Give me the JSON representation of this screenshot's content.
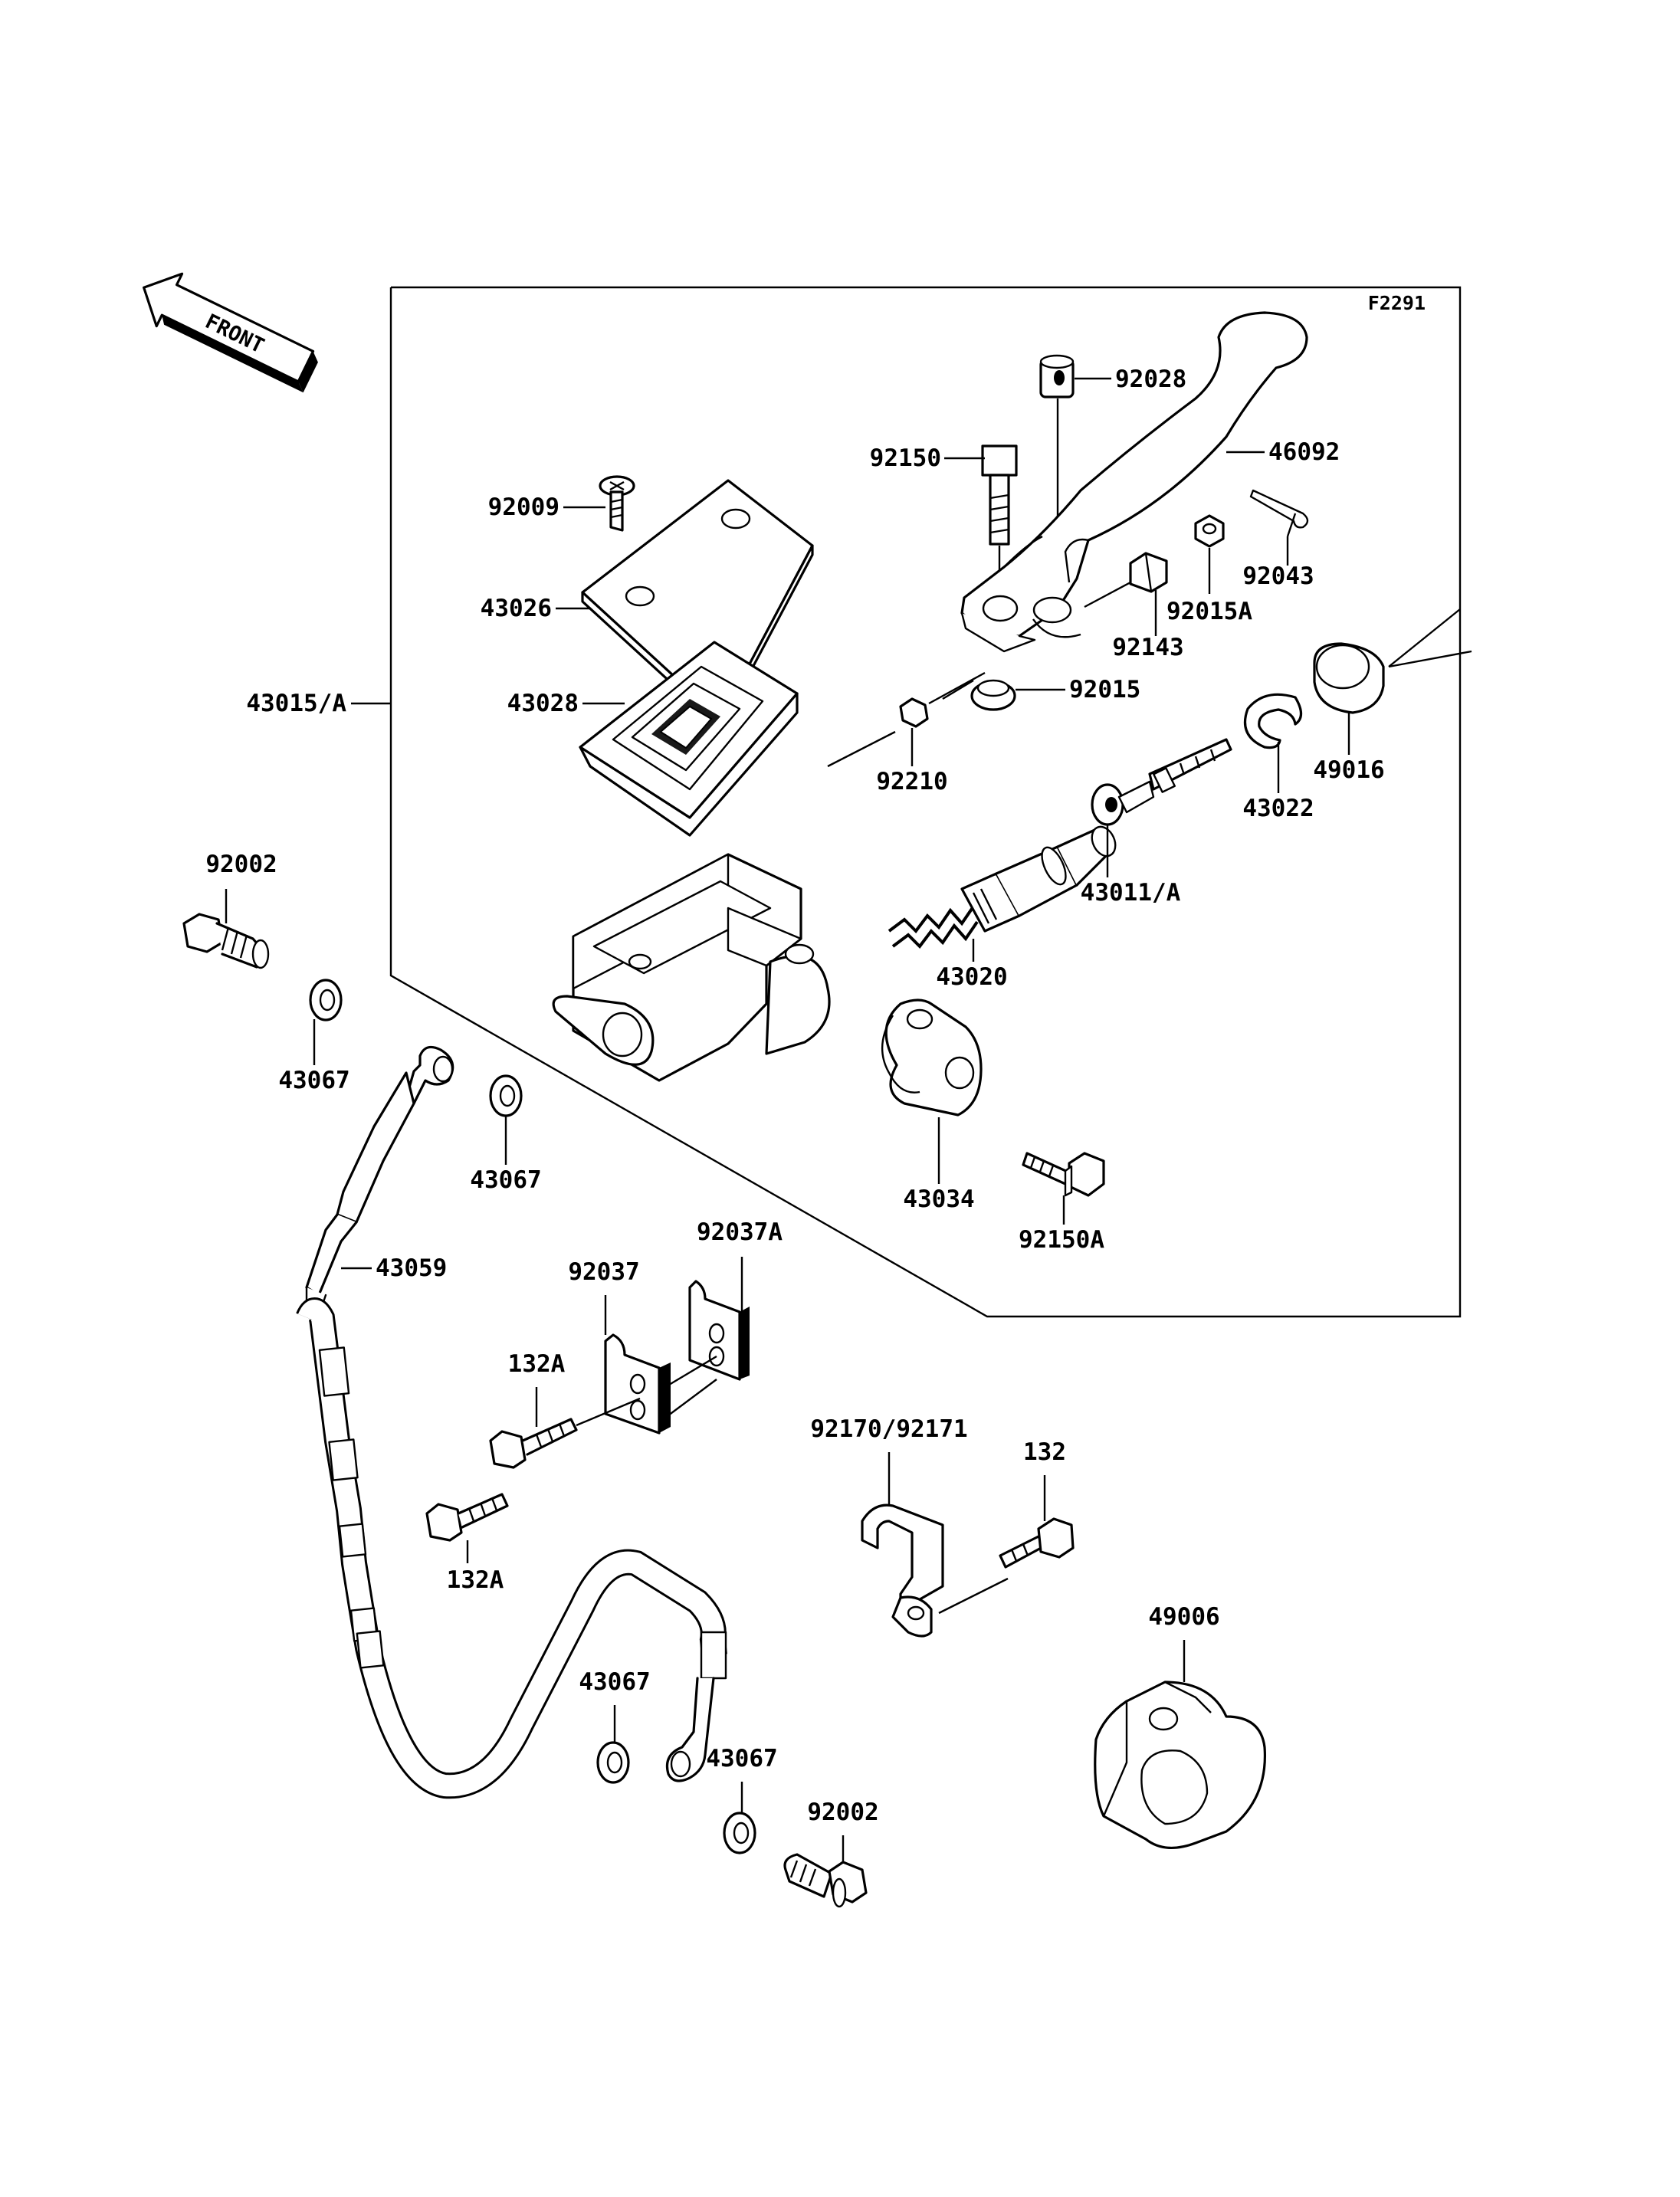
{
  "diagram_code": "F2291",
  "front_arrow": {
    "text": "FRONT",
    "icon": "front-arrow-icon"
  },
  "part_labels": {
    "p92028": "92028",
    "p92150": "92150",
    "p46092": "46092",
    "p92009": "92009",
    "p92043": "92043",
    "p43026": "43026",
    "p92015A": "92015A",
    "p92143": "92143",
    "p43015A": "43015/A",
    "p43028": "43028",
    "p92015": "92015",
    "p92210": "92210",
    "p49016": "49016",
    "p43022": "43022",
    "p92002_top": "92002",
    "p43011A": "43011/A",
    "p43020": "43020",
    "p43067_a": "43067",
    "p43067_b": "43067",
    "p43034": "43034",
    "p92150A": "92150A",
    "p43059": "43059",
    "p92037A": "92037A",
    "p92037": "92037",
    "p132A_top": "132A",
    "p92170_92171": "92170/92171",
    "p132": "132",
    "p132A_bottom": "132A",
    "p49006": "49006",
    "p43067_c": "43067",
    "p43067_d": "43067",
    "p92002_bottom": "92002"
  }
}
